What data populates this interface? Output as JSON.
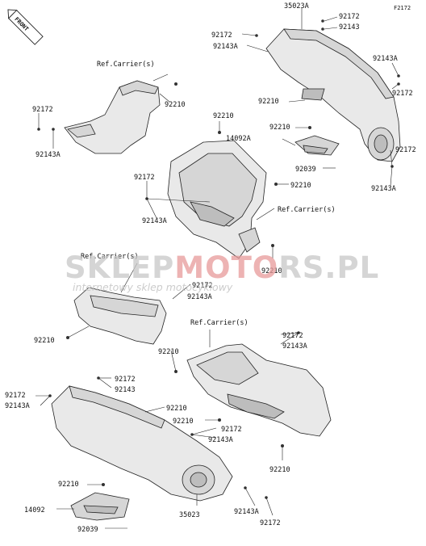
{
  "figure_code": "F2172",
  "front_marker": "FRONT",
  "watermark": {
    "brand_part1": "SKLEP",
    "brand_part2": "MOTO",
    "brand_part3": "RS",
    "brand_part4": ".PL",
    "tagline": "internetowy sklep motocyklowy"
  },
  "labels": {
    "ref_carrier_1": "Ref.Carrier(s)",
    "ref_carrier_2": "Ref.Carrier(s)",
    "ref_carrier_3": "Ref.Carrier(s)",
    "ref_carrier_4": "Ref.Carrier(s)",
    "n35023A": "35023A",
    "n92172_a": "92172",
    "n92143_a": "92143",
    "n92172_b": "92172",
    "n92143A_b": "92143A",
    "n92143A_c": "92143A",
    "n92172_c": "92172",
    "n92210_a": "92210",
    "n92172_d": "92172",
    "n92143A_d": "92143A",
    "n92210_b": "92210",
    "n14092A": "14092A",
    "n92210_c": "92210",
    "n92210_d": "92210",
    "n92039_a": "92039",
    "n92172_e": "92172",
    "n92143A_e": "92143A",
    "n92210_e": "92210",
    "n92172_f": "92172",
    "n92143A_f": "92143A",
    "n92210_f": "92210",
    "n92172_g": "92172",
    "n92143A_g": "92143A",
    "n92210_g": "92210",
    "n92172_h": "92172",
    "n92143A_h": "92143A",
    "n92172_i": "92172",
    "n92143_i": "92143",
    "n92172_j": "92172",
    "n92143A_j": "92143A",
    "n92210_h": "92210",
    "n92210_i": "92210",
    "n92172_k": "92172",
    "n92143A_k": "92143A",
    "n92210_j": "92210",
    "n92210_k": "92210",
    "n14092": "14092",
    "n92039_b": "92039",
    "n35023": "35023",
    "n92143A_l": "92143A",
    "n92172_l": "92172"
  }
}
